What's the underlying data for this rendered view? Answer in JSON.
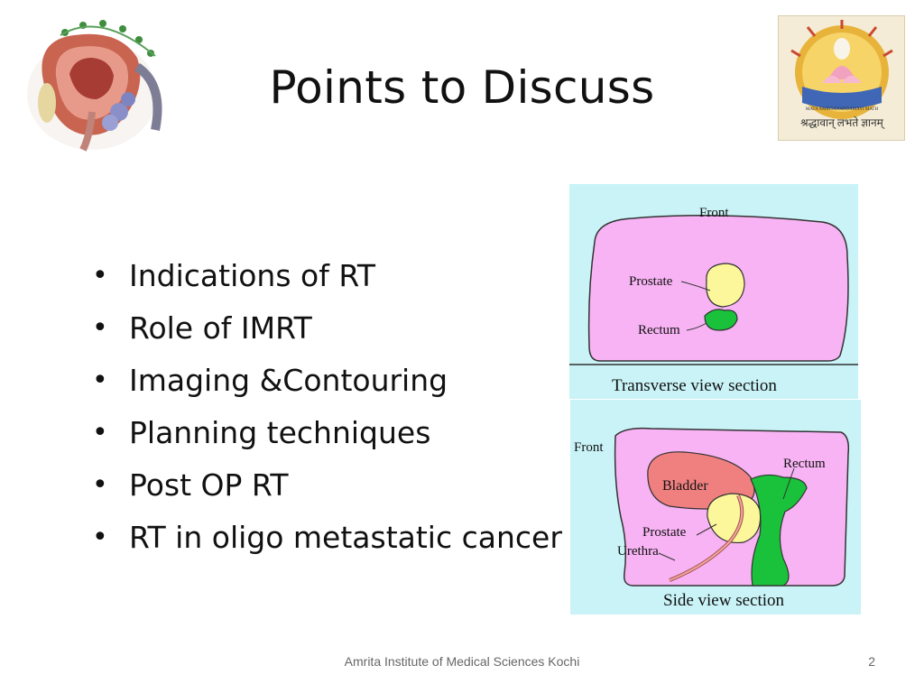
{
  "slide": {
    "title": "Points to Discuss",
    "bullets": [
      "Indications of RT",
      "Role of IMRT",
      "Imaging &Contouring",
      "Planning techniques",
      "Post OP RT",
      "RT in oligo metastatic cancer"
    ],
    "footer": "Amrita Institute of Medical Sciences Kochi",
    "page_number": "2"
  },
  "logo_right": {
    "seal_text": "MATA AMRITANANDAMAYI MATH",
    "motto": "श्रद्धावान् लभते ज्ञानम्"
  },
  "diagram_transverse": {
    "front_label": "Front",
    "prostate_label": "Prostate",
    "rectum_label": "Rectum",
    "caption": "Transverse view section"
  },
  "diagram_side": {
    "front_label": "Front",
    "bladder_label": "Bladder",
    "rectum_label": "Rectum",
    "prostate_label": "Prostate",
    "urethra_label": "Urethra",
    "caption": "Side view section"
  },
  "colors": {
    "diagram_bg": "#c9f3f7",
    "body_pink": "#f7b3f3",
    "prostate_yellow": "#fbf79a",
    "rectum_green": "#19c23a",
    "bladder_red": "#f08080"
  }
}
